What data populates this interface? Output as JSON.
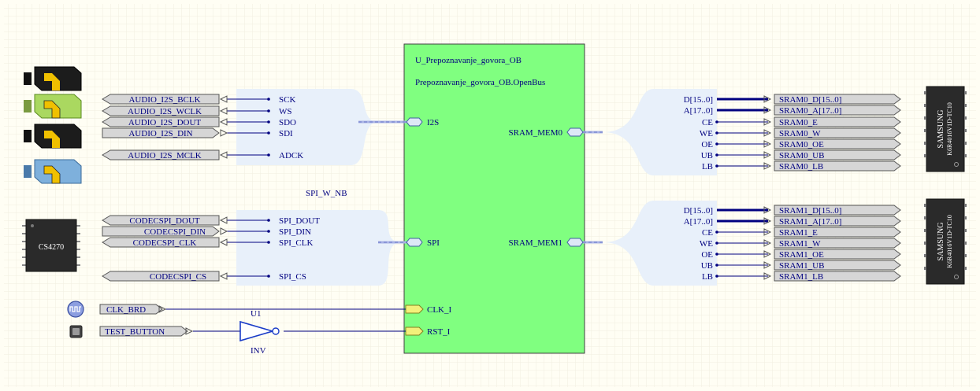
{
  "component": {
    "designator": "U_Prepoznavanje_govora_OB",
    "comment": "Prepoznavanje_govora_OB.OpenBus",
    "ports": {
      "i2s": "I2S",
      "spi": "SPI",
      "clk": "CLK_I",
      "rst": "RST_I",
      "sram_mem0": "SRAM_MEM0",
      "sram_mem1": "SRAM_MEM1"
    },
    "fill_color": "#80ff80"
  },
  "audio_labels": [
    "AUDIO_I2S_BCLK",
    "AUDIO_I2S_WCLK",
    "AUDIO_I2S_DOUT",
    "AUDIO_I2S_DIN",
    "AUDIO_I2S_MCLK"
  ],
  "i2s_signals": [
    "SCK",
    "WS",
    "SDO",
    "SDI",
    "ADCK"
  ],
  "spi_bus_label": "SPI_W_NB",
  "codec_labels": [
    "CODECSPI_DOUT",
    "CODECSPI_DIN",
    "CODECSPI_CLK",
    "CODECSPI_CS"
  ],
  "spi_signals": [
    "SPI_DOUT",
    "SPI_DIN",
    "SPI_CLK",
    "SPI_CS"
  ],
  "codec_chip": "CS4270",
  "clk_label": "CLK_BRD",
  "test_button_label": "TEST_BUTTON",
  "inverter": {
    "designator": "U1",
    "name": "INV"
  },
  "sram_signals": [
    "D[15..0]",
    "A[17..0]",
    "CE",
    "WE",
    "OE",
    "UB",
    "LB"
  ],
  "sram0_labels": [
    "SRAM0_D[15..0]",
    "SRAM0_A[17..0]",
    "SRAM0_E",
    "SRAM0_W",
    "SRAM0_OE",
    "SRAM0_UB",
    "SRAM0_LB"
  ],
  "sram1_labels": [
    "SRAM1_D[15..0]",
    "SRAM1_A[17..0]",
    "SRAM1_E",
    "SRAM1_W",
    "SRAM1_OE",
    "SRAM1_UB",
    "SRAM1_LB"
  ],
  "sram_chip": {
    "line1": "SAMSUNG",
    "line2": "K6R4016V1D-TC10"
  },
  "colors": {
    "wire": "#000080",
    "label_text": "#000080",
    "port_fill": "#d6d6d6",
    "harness_fill": "#e8f0fa",
    "bus_pale": "#aab4e6"
  }
}
